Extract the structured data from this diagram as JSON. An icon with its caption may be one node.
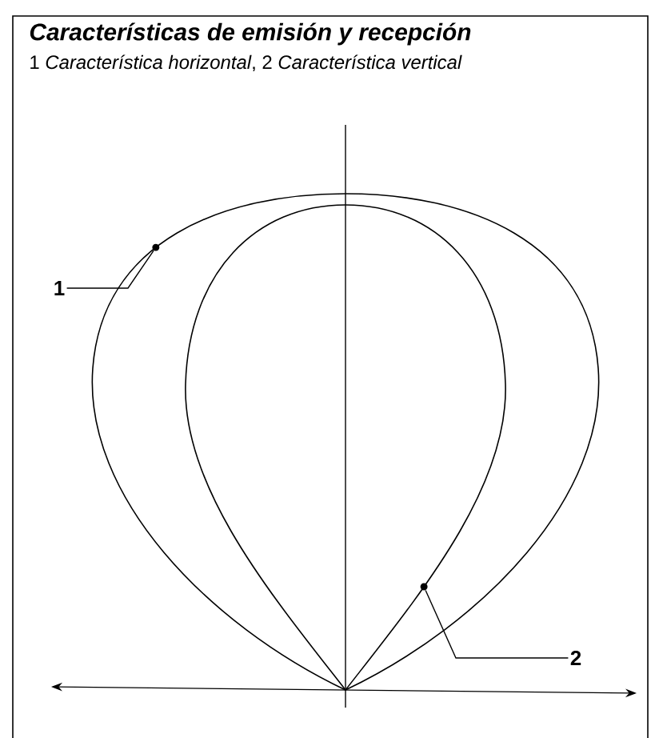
{
  "diagram": {
    "title": "Características de emisión y recepción",
    "caption": "1 *Característica horizontal*, 2 *Característica vertical*",
    "nodes": [
      {
        "text": [
          "1"
        ]
      },
      {
        "text": [],
        "shape": "circle"
      },
      {
        "text": [],
        "shape": "circle"
      },
      {
        "text": [
          "2"
        ]
      }
    ],
    "edges": [
      {
        "from": 0,
        "to": 1,
        "arrow": "none"
      },
      {
        "from": 3,
        "to": 2,
        "arrow": "none"
      }
    ]
  }
}
